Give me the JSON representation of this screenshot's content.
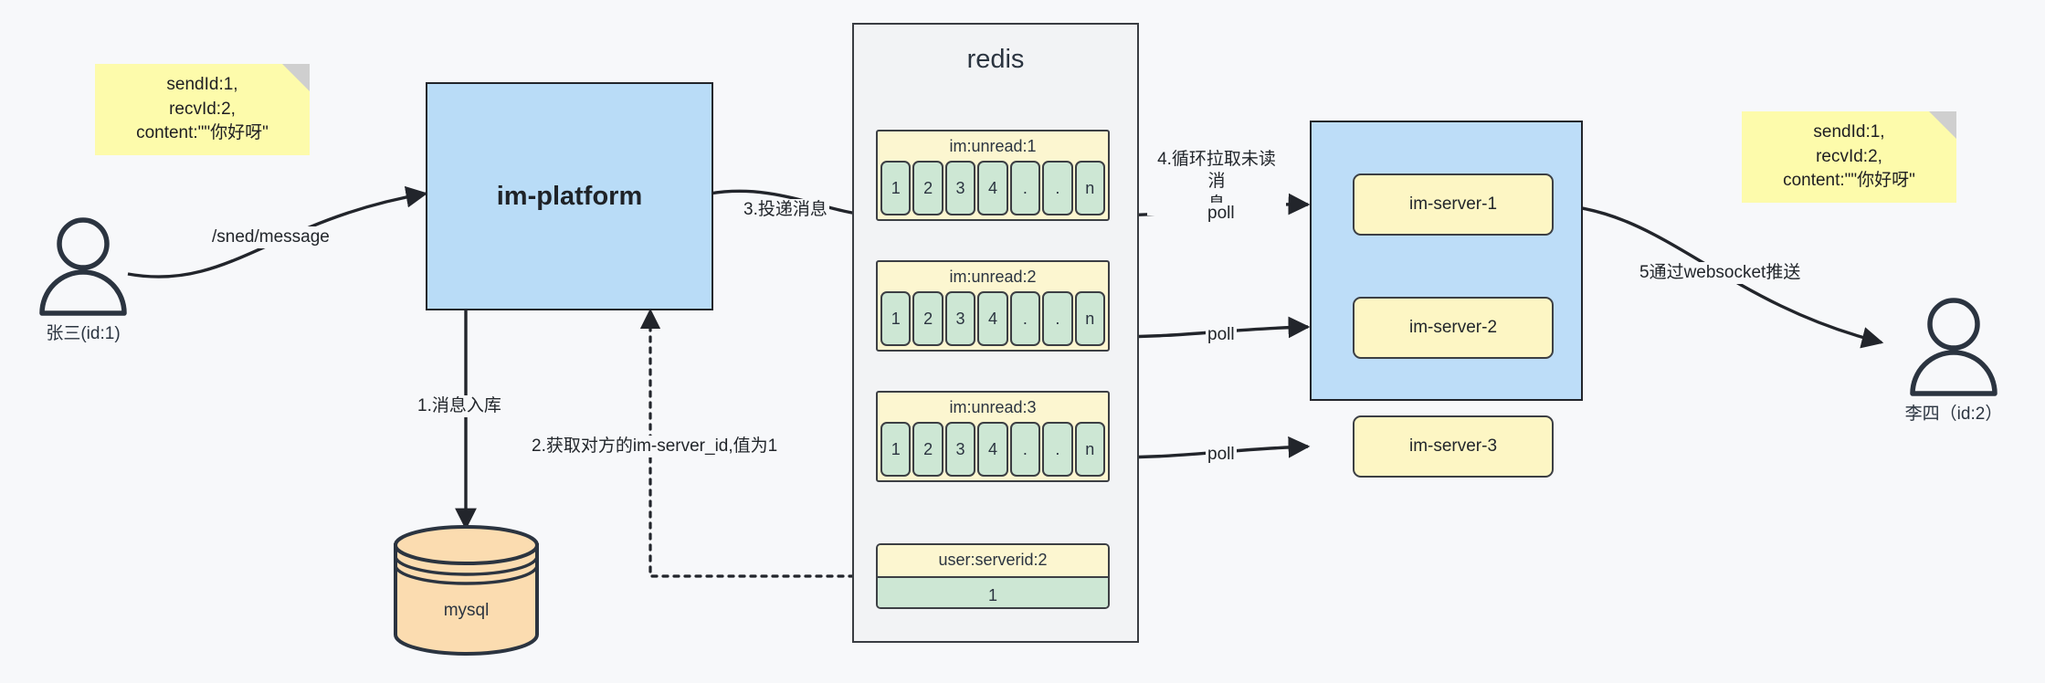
{
  "diagram": {
    "background_color": "#f7f8fa",
    "stroke_color": "#22252b"
  },
  "notes": {
    "left": {
      "text": "sendId:1,\nrecvId:2,\ncontent:\"\"你好呀\"",
      "color": "#fdfbab"
    },
    "right": {
      "text": "sendId:1,\nrecvId:2,\ncontent:\"\"你好呀\"",
      "color": "#fdfbab"
    }
  },
  "actors": {
    "sender": {
      "label": "张三(id:1)"
    },
    "receiver": {
      "label": "李四（id:2）"
    }
  },
  "nodes": {
    "platform": {
      "label": "im-platform",
      "color": "#b9dcf7"
    },
    "mysql": {
      "label": "mysql",
      "color": "#fbdcb0"
    },
    "redis": {
      "label": "redis",
      "color": "#f2f3f5"
    }
  },
  "redis": {
    "title": "redis",
    "queues": [
      {
        "name": "im:unread:1",
        "cells": [
          "1",
          "2",
          "3",
          "4",
          ".",
          ".",
          "n"
        ]
      },
      {
        "name": "im:unread:2",
        "cells": [
          "1",
          "2",
          "3",
          "4",
          ".",
          ".",
          "n"
        ]
      },
      {
        "name": "im:unread:3",
        "cells": [
          "1",
          "2",
          "3",
          "4",
          ".",
          ".",
          "n"
        ]
      }
    ],
    "kv": {
      "key": "user:serverid:2",
      "value": "1"
    },
    "header_color": "#fcf6d0",
    "cell_color": "#cde7d4"
  },
  "cluster": {
    "color": "#bdddf8",
    "servers": [
      {
        "label": "im-server-1"
      },
      {
        "label": "im-server-2"
      },
      {
        "label": "im-server-3"
      }
    ]
  },
  "edges": {
    "send_message": "/sned/message",
    "step1": "1.消息入库",
    "step2": "2.获取对方的im-server_id,值为1",
    "step3": "3.投递消息",
    "step4": "4.循环拉取未读消\n息",
    "poll_1": "poll",
    "poll_2": "poll",
    "poll_3": "poll",
    "step5": "5通过websocket推送"
  }
}
